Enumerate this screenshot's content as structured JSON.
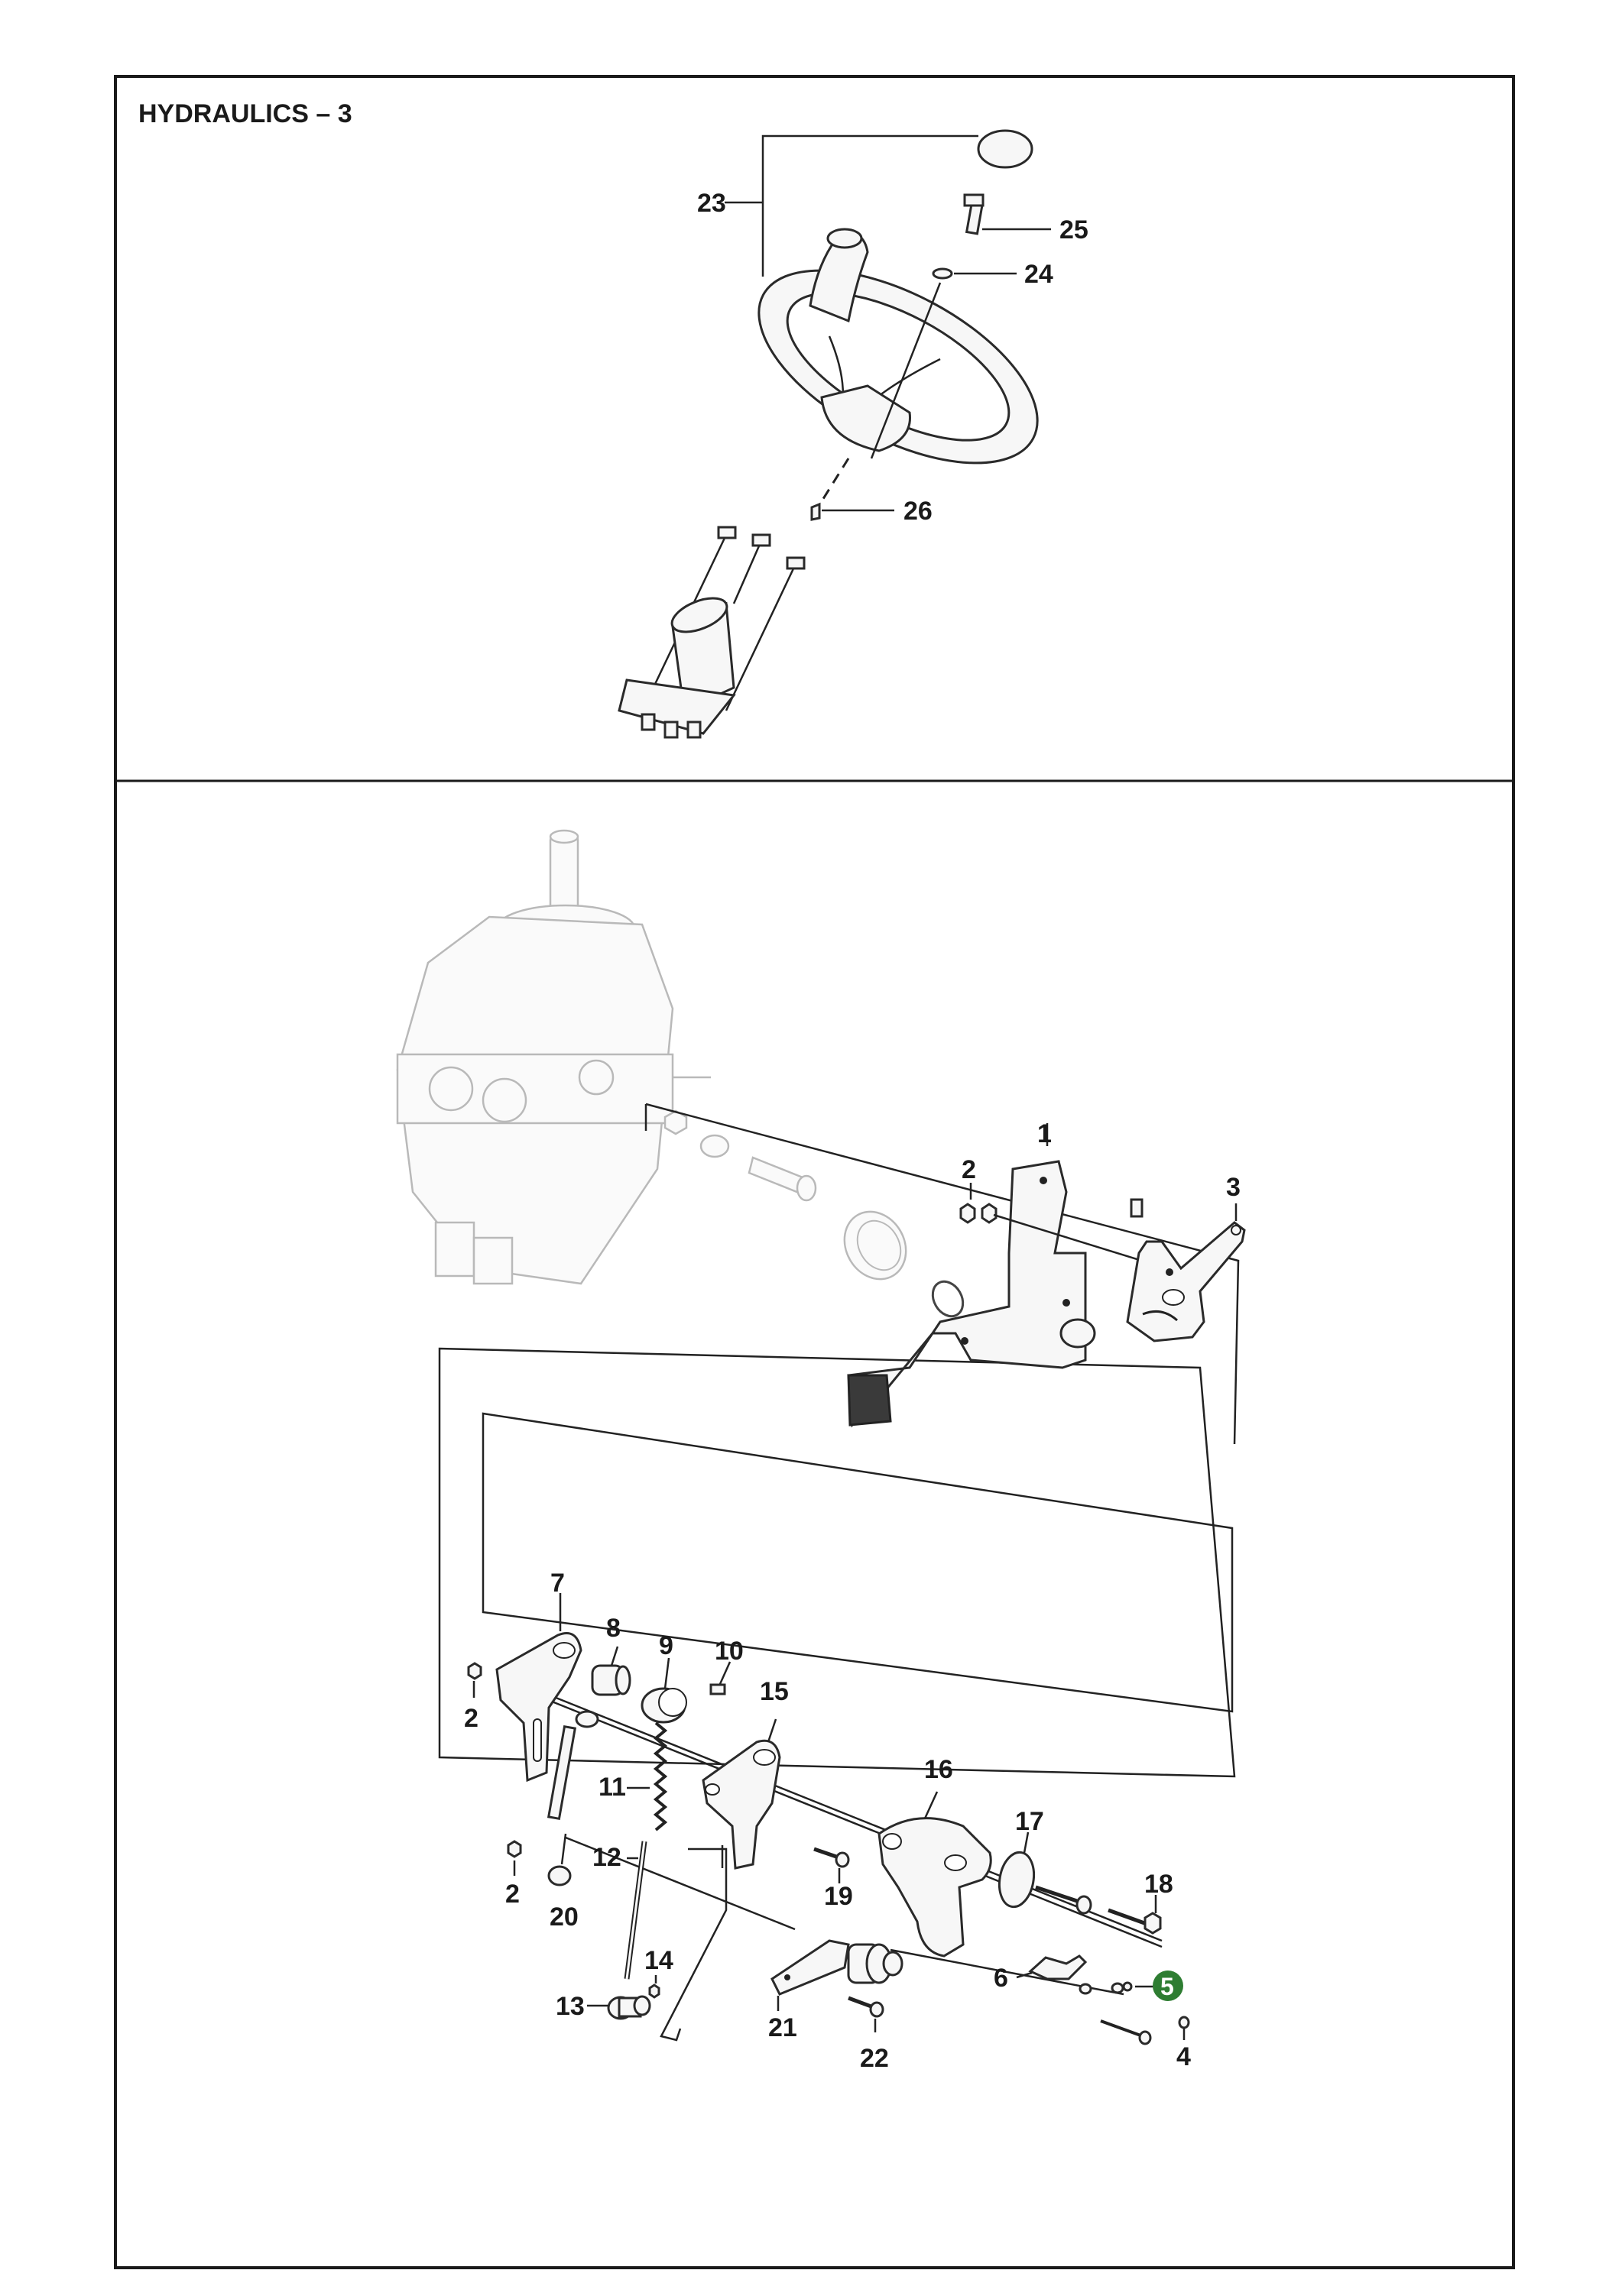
{
  "title": "HYDRAULICS – 3",
  "highlight_color": "#2e7d32",
  "callouts": {
    "c23": "23",
    "c25": "25",
    "c24": "24",
    "c26": "26",
    "c2a": "2",
    "c1": "1",
    "c3": "3",
    "c7": "7",
    "c8": "8",
    "c9": "9",
    "c10": "10",
    "c15": "15",
    "c2b": "2",
    "c11": "11",
    "c16": "16",
    "c17": "17",
    "c2c": "2",
    "c12": "12",
    "c20": "20",
    "c19": "19",
    "c18": "18",
    "c14": "14",
    "c6": "6",
    "c5": "5",
    "c13": "13",
    "c21": "21",
    "c4": "4",
    "c22": "22"
  }
}
